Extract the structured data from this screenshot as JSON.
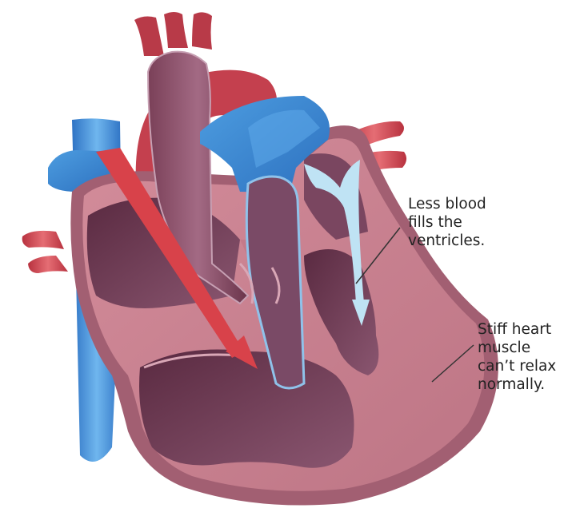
{
  "diagram": {
    "callouts": [
      {
        "lines": [
          "Less blood",
          "fills the",
          "ventricles."
        ]
      },
      {
        "lines": [
          "Stiff heart",
          "muscle",
          "can’t relax",
          "normally."
        ]
      }
    ],
    "colors": {
      "muscle": "#c97f8e",
      "muscle_shadow": "#a25f72",
      "chamber": "#6e3a52",
      "chamber_dark": "#4e2338",
      "aorta_outer": "#c4404e",
      "vein_blue": "#3f8fd6",
      "artery_red": "#e0606a",
      "arrow_red": "#d8424a",
      "arrow_light_blue": "#bfe3f4",
      "leader_line": "#333333"
    }
  }
}
